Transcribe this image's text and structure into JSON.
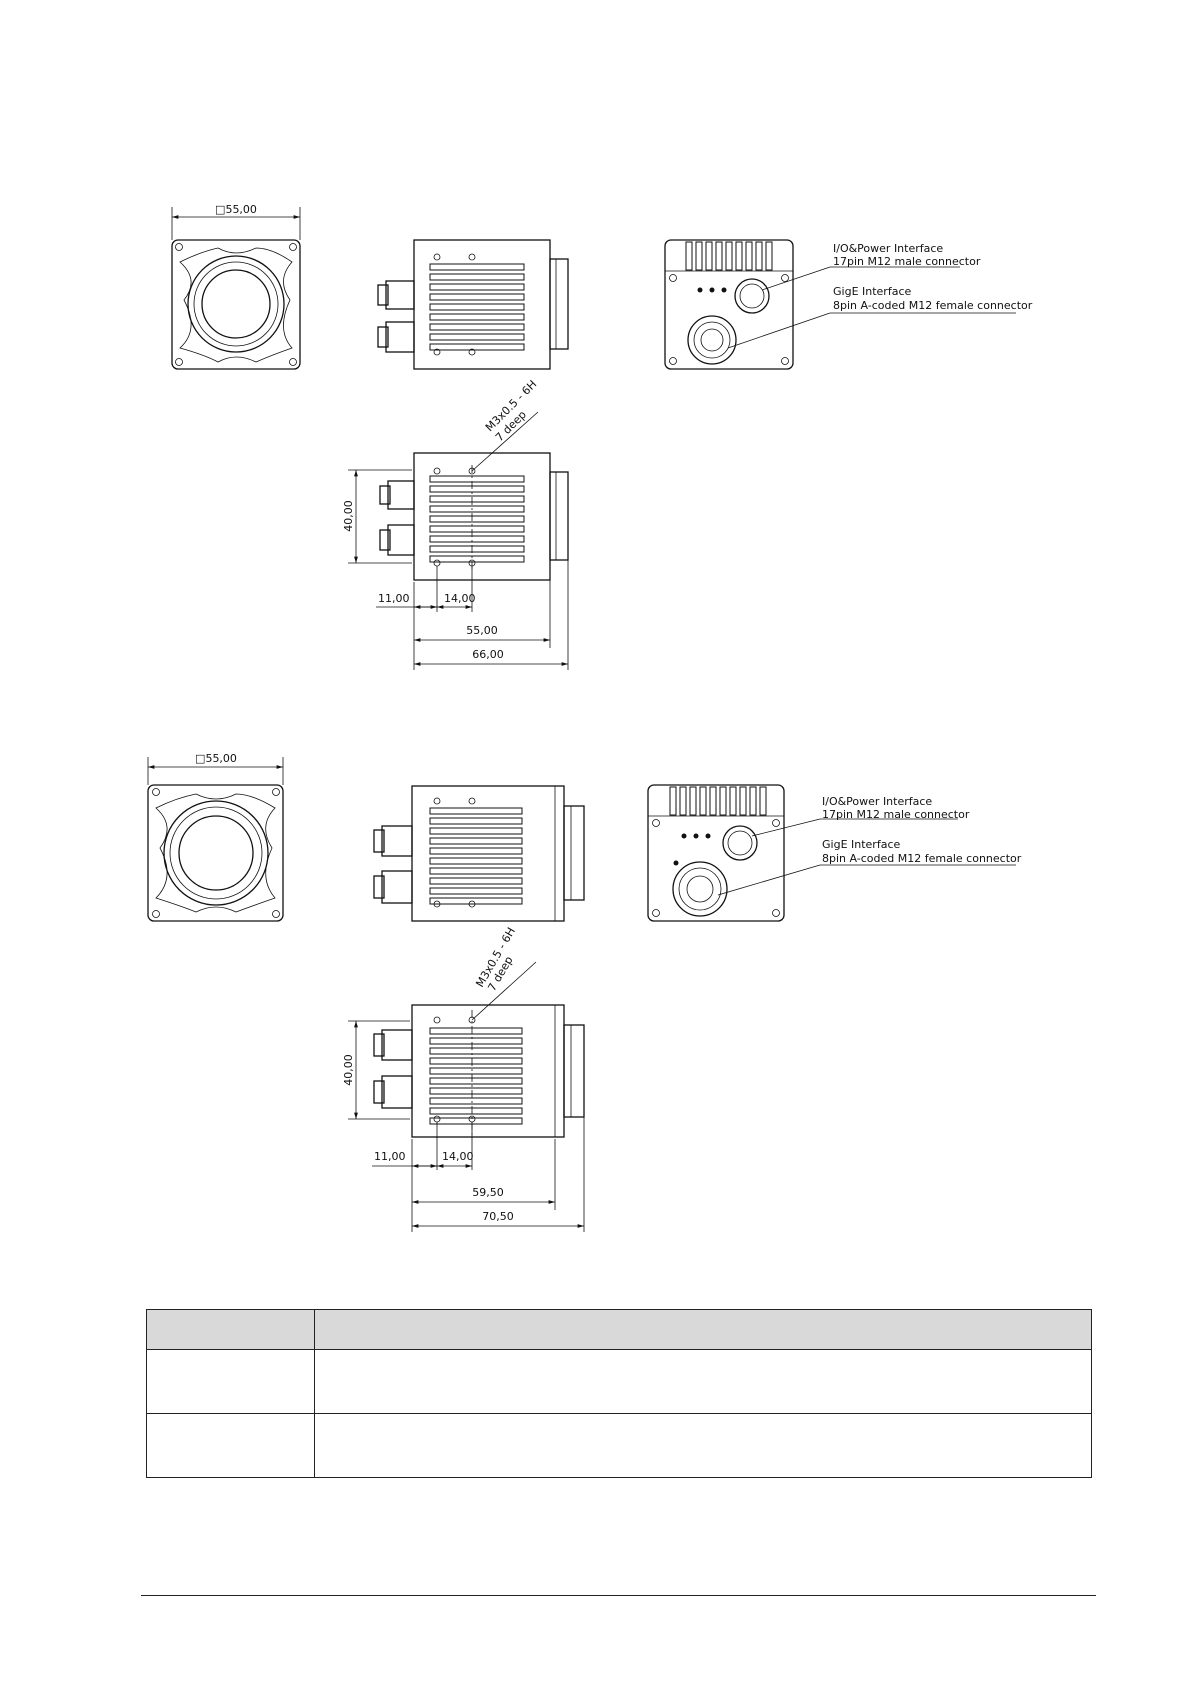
{
  "drawing_a": {
    "front_width_dim": "□55,00",
    "io_label_line1": "I/O&Power Interface",
    "io_label_line2": "17pin M12 male connector",
    "gige_label_line1": "GigE Interface",
    "gige_label_line2": "8pin A-coded M12 female connector",
    "thread_note_line1": "M3x0.5 - 6H",
    "thread_note_line2": "7 deep",
    "height_dim": "40,00",
    "dim_11": "11,00",
    "dim_14": "14,00",
    "body_length_dim": "55,00",
    "total_length_dim": "66,00"
  },
  "drawing_b": {
    "front_width_dim": "□55,00",
    "io_label_line1": "I/O&Power Interface",
    "io_label_line2": "17pin M12 male connector",
    "gige_label_line1": "GigE Interface",
    "gige_label_line2": "8pin A-coded M12 female connector",
    "thread_note_line1": "M3x0.5 - 6H",
    "thread_note_line2": "7 deep",
    "height_dim": "40,00",
    "dim_11": "11,00",
    "dim_14": "14,00",
    "body_length_dim": "59,50",
    "total_length_dim": "70,50"
  },
  "table": {
    "header": [
      "",
      ""
    ],
    "rows": [
      [
        "",
        ""
      ],
      [
        "",
        ""
      ]
    ]
  }
}
